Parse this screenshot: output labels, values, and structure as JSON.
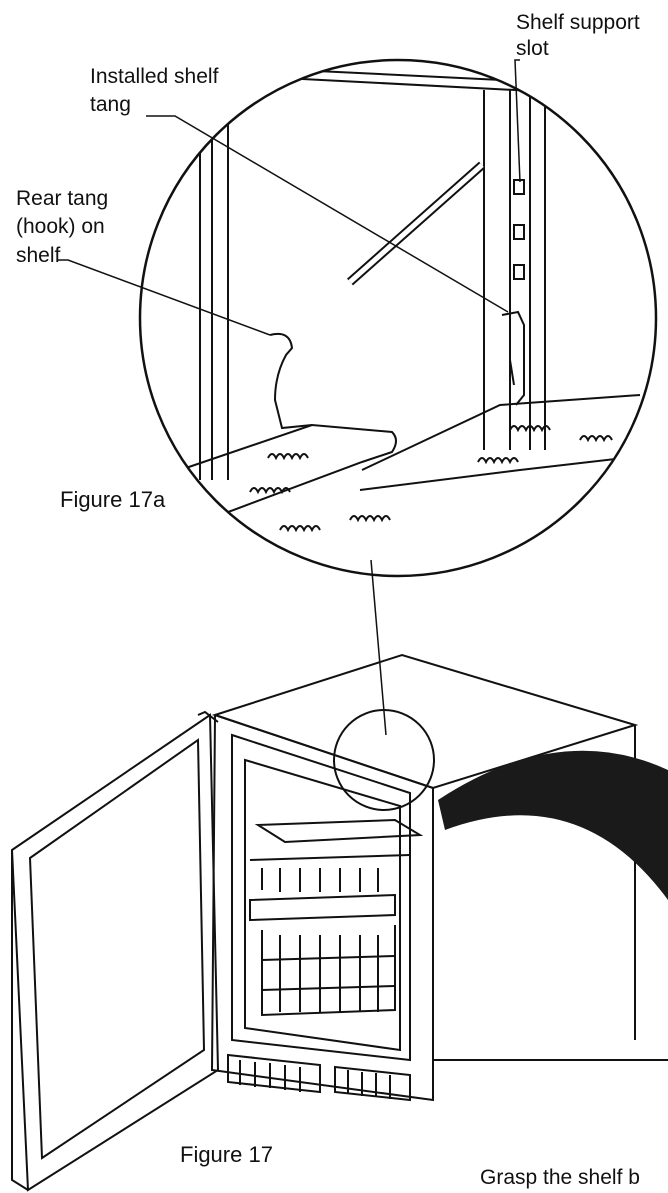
{
  "labels": {
    "shelf_support_slot": {
      "line1": "Shelf support",
      "line2": "slot"
    },
    "installed_shelf_tang": {
      "line1": "Installed shelf",
      "line2": "tang"
    },
    "rear_tang": {
      "line1": "Rear tang",
      "line2": "(hook) on",
      "line3": "shelf"
    },
    "figure_17a": "Figure 17a",
    "figure_17": "Figure 17",
    "caption": "Grasp the shelf b"
  },
  "colors": {
    "ink": "#111111",
    "paper": "#ffffff",
    "band": "#1a1a1a"
  }
}
